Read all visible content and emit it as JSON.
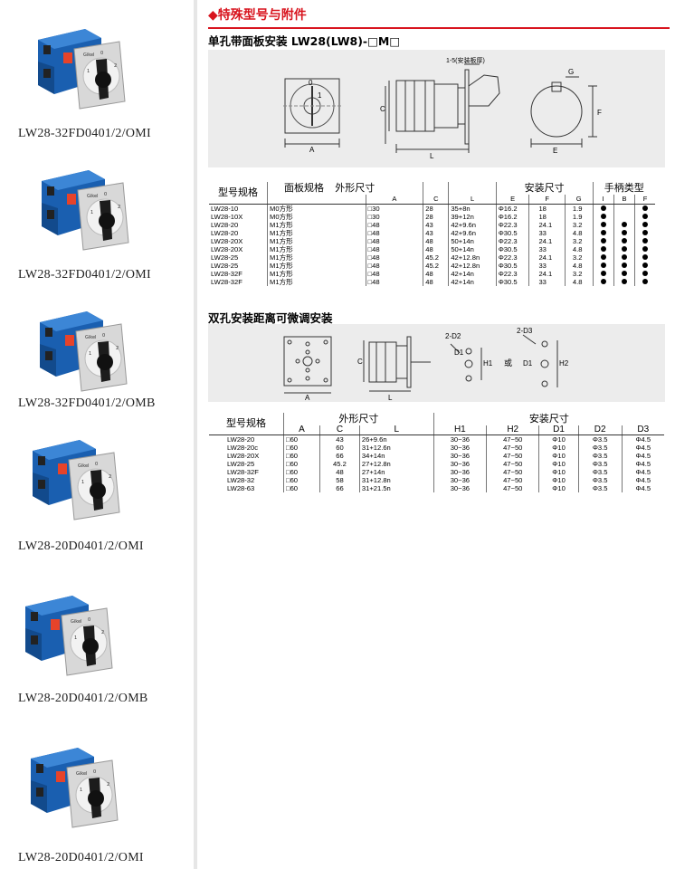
{
  "section_title": "◆特殊型号与附件",
  "products": [
    {
      "caption": "LW28-32FD0401/2/OMI"
    },
    {
      "caption": "LW28-32FD0401/2/OMI"
    },
    {
      "caption": "LW28-32FD0401/2/OMB"
    },
    {
      "caption": "LW28-20D0401/2/OMI"
    },
    {
      "caption": "LW28-20D0401/2/OMB"
    },
    {
      "caption": "LW28-20D0401/2/OMI"
    }
  ],
  "switch_face": {
    "brand": "Gikel",
    "pos0": "0",
    "pos1": "1",
    "pos2": "2"
  },
  "single": {
    "title": "单孔带面板安装 LW28(LW8)-□M□",
    "diagram_labels": {
      "A": "A",
      "C": "C",
      "L": "L",
      "E": "E",
      "F": "F",
      "G": "G",
      "range": "1-5(安装板厚)",
      "zero": "0",
      "one": "1"
    },
    "table": {
      "h_model": "型号规格",
      "h_panel": "面板规格",
      "h_outer": "外形尺寸",
      "h_install": "安装尺寸",
      "h_handle": "手柄类型",
      "sub": [
        "A",
        "C",
        "L",
        "E",
        "F",
        "G",
        "I",
        "B",
        "F"
      ],
      "rows": [
        {
          "model": "LW28-10",
          "panel": "M0方形",
          "a": "□30",
          "c": "28",
          "l": "35+8n",
          "e": "Φ16.2",
          "f": "18",
          "g": "1.9",
          "i": true,
          "b": false,
          "hf": true
        },
        {
          "model": "LW28-10X",
          "panel": "M0方形",
          "a": "□30",
          "c": "28",
          "l": "39+12n",
          "e": "Φ16.2",
          "f": "18",
          "g": "1.9",
          "i": true,
          "b": false,
          "hf": true
        },
        {
          "model": "LW28-20",
          "panel": "M1方形",
          "a": "□48",
          "c": "43",
          "l": "42+9.6n",
          "e": "Φ22.3",
          "f": "24.1",
          "g": "3.2",
          "i": true,
          "b": true,
          "hf": true
        },
        {
          "model": "LW28-20",
          "panel": "M1方形",
          "a": "□48",
          "c": "43",
          "l": "42+9.6n",
          "e": "Φ30.5",
          "f": "33",
          "g": "4.8",
          "i": true,
          "b": true,
          "hf": true
        },
        {
          "model": "LW28-20X",
          "panel": "M1方形",
          "a": "□48",
          "c": "48",
          "l": "50+14n",
          "e": "Φ22.3",
          "f": "24.1",
          "g": "3.2",
          "i": true,
          "b": true,
          "hf": true
        },
        {
          "model": "LW28-20X",
          "panel": "M1方形",
          "a": "□48",
          "c": "48",
          "l": "50+14n",
          "e": "Φ30.5",
          "f": "33",
          "g": "4.8",
          "i": true,
          "b": true,
          "hf": true
        },
        {
          "model": "LW28-25",
          "panel": "M1方形",
          "a": "□48",
          "c": "45.2",
          "l": "42+12.8n",
          "e": "Φ22.3",
          "f": "24.1",
          "g": "3.2",
          "i": true,
          "b": true,
          "hf": true
        },
        {
          "model": "LW28-25",
          "panel": "M1方形",
          "a": "□48",
          "c": "45.2",
          "l": "42+12.8n",
          "e": "Φ30.5",
          "f": "33",
          "g": "4.8",
          "i": true,
          "b": true,
          "hf": true
        },
        {
          "model": "LW28-32F",
          "panel": "M1方形",
          "a": "□48",
          "c": "48",
          "l": "42+14n",
          "e": "Φ22.3",
          "f": "24.1",
          "g": "3.2",
          "i": true,
          "b": true,
          "hf": true
        },
        {
          "model": "LW28-32F",
          "panel": "M1方形",
          "a": "□48",
          "c": "48",
          "l": "42+14n",
          "e": "Φ30.5",
          "f": "33",
          "g": "4.8",
          "i": true,
          "b": true,
          "hf": true
        }
      ]
    }
  },
  "double": {
    "title": "双孔安装距离可微调安装",
    "diagram_labels": {
      "A": "A",
      "C": "C",
      "L": "L",
      "D1": "D1",
      "D2": "2-D2",
      "D3": "2-D3",
      "H1": "H1",
      "H2": "H2",
      "or": "或"
    },
    "table": {
      "h_model": "型号规格",
      "h_outer": "外形尺寸",
      "h_install": "安装尺寸",
      "sub": [
        "A",
        "C",
        "L",
        "H1",
        "H2",
        "D1",
        "D2",
        "D3"
      ],
      "rows": [
        {
          "model": "LW28-20",
          "a": "□60",
          "c": "43",
          "l": "26+9.6n",
          "h1": "30~36",
          "h2": "47~50",
          "d1": "Φ10",
          "d2": "Φ3.5",
          "d3": "Φ4.5"
        },
        {
          "model": "LW28-20c",
          "a": "□60",
          "c": "60",
          "l": "31+12.6n",
          "h1": "30~36",
          "h2": "47~50",
          "d1": "Φ10",
          "d2": "Φ3.5",
          "d3": "Φ4.5"
        },
        {
          "model": "LW28-20X",
          "a": "□60",
          "c": "66",
          "l": "34+14n",
          "h1": "30~36",
          "h2": "47~50",
          "d1": "Φ10",
          "d2": "Φ3.5",
          "d3": "Φ4.5"
        },
        {
          "model": "LW28-25",
          "a": "□60",
          "c": "45.2",
          "l": "27+12.8n",
          "h1": "30~36",
          "h2": "47~50",
          "d1": "Φ10",
          "d2": "Φ3.5",
          "d3": "Φ4.5"
        },
        {
          "model": "LW28-32F",
          "a": "□60",
          "c": "48",
          "l": "27+14n",
          "h1": "30~36",
          "h2": "47~50",
          "d1": "Φ10",
          "d2": "Φ3.5",
          "d3": "Φ4.5"
        },
        {
          "model": "LW28-32",
          "a": "□60",
          "c": "58",
          "l": "31+12.8n",
          "h1": "30~36",
          "h2": "47~50",
          "d1": "Φ10",
          "d2": "Φ3.5",
          "d3": "Φ4.5"
        },
        {
          "model": "LW28-63",
          "a": "□60",
          "c": "66",
          "l": "31+21.5n",
          "h1": "30~36",
          "h2": "47~50",
          "d1": "Φ10",
          "d2": "Φ3.5",
          "d3": "Φ4.5"
        }
      ]
    }
  }
}
